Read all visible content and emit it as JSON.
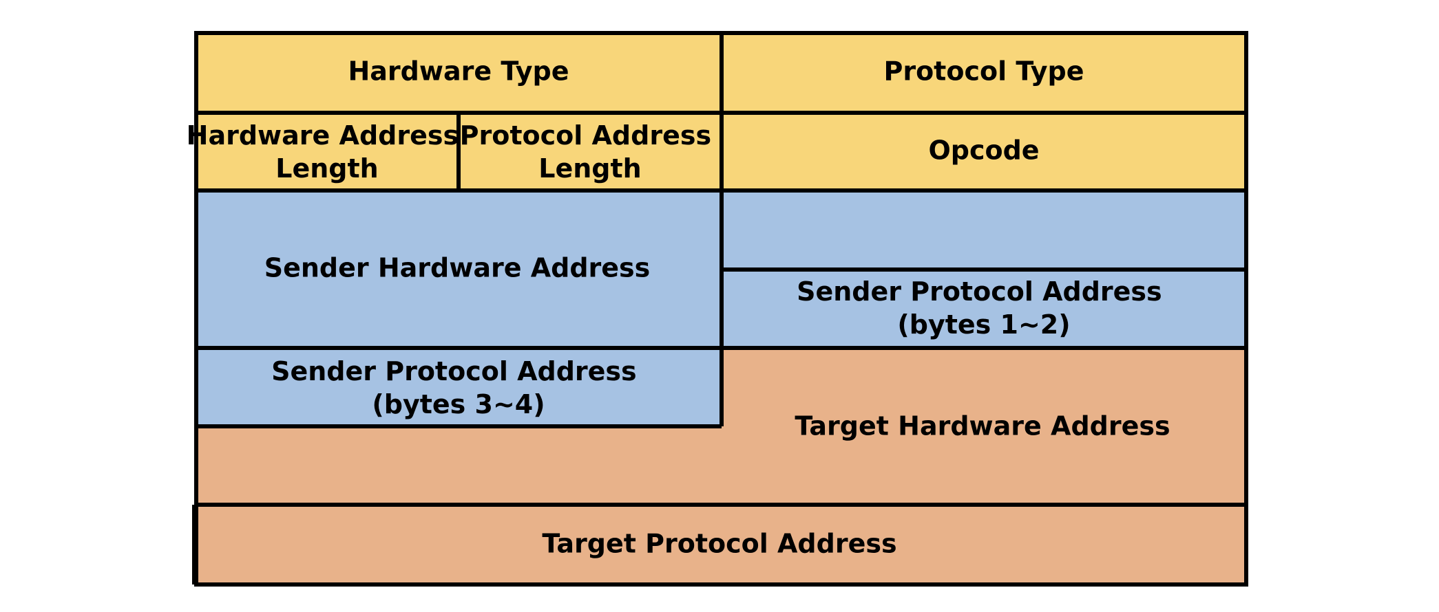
{
  "colors": {
    "header_fill": "#F8D67A",
    "sender_fill": "#A6C2E3",
    "target_fill": "#E8B28A",
    "border": "#000000"
  },
  "fields": {
    "hardware_type": "Hardware Type",
    "protocol_type": "Protocol Type",
    "hardware_address_length": [
      "Hardware Address",
      "Length"
    ],
    "protocol_address_length": [
      "Protocol Address",
      "Length"
    ],
    "opcode": "Opcode",
    "sender_hardware_address": "Sender Hardware Address",
    "sender_protocol_address_1_2": [
      "Sender Protocol Address",
      "(bytes 1~2)"
    ],
    "sender_protocol_address_3_4": [
      "Sender Protocol Address",
      "(bytes 3~4)"
    ],
    "target_hardware_address": "Target Hardware Address",
    "target_protocol_address": "Target Protocol Address"
  }
}
